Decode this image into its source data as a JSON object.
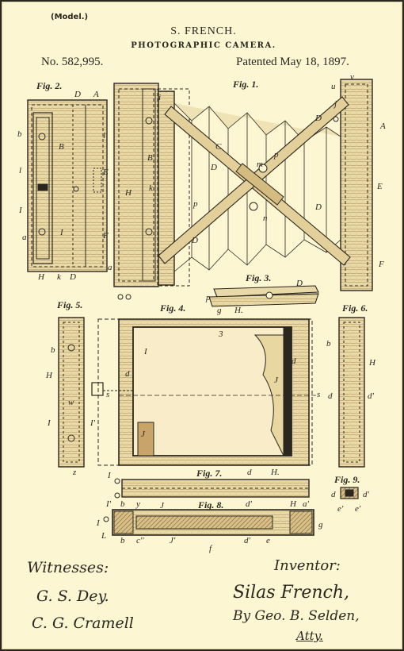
{
  "header": {
    "model": "(Model.)",
    "inventor": "S. FRENCH.",
    "title": "PHOTOGRAPHIC CAMERA.",
    "patent_number": "No. 582,995.",
    "patent_date": "Patented May 18, 1897."
  },
  "figures": {
    "fig1": "Fig. 1.",
    "fig2": "Fig. 2.",
    "fig3": "Fig. 3.",
    "fig4": "Fig. 4.",
    "fig5": "Fig. 5.",
    "fig6": "Fig. 6.",
    "fig7": "Fig. 7.",
    "fig8": "Fig. 8.",
    "fig9": "Fig. 9."
  },
  "witnesses": {
    "heading": "Witnesses:",
    "names": [
      "G. S. Dey.",
      "C. G. Cramell"
    ]
  },
  "inventor_block": {
    "heading": "Inventor:",
    "name": "Silas French,",
    "by": "By Geo. B. Selden,",
    "atty": "Atty."
  },
  "colors": {
    "paper": "#fdf6d3",
    "ink": "#2b2620",
    "wood": "#c9a46a"
  }
}
